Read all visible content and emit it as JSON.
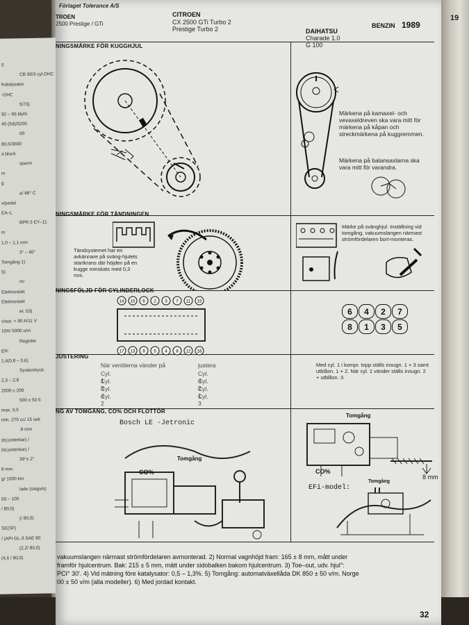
{
  "left_page": {
    "lines": [
      "0",
      "CB 90/3 cyl.OHC",
      "Katalysator",
      "-OHC",
      "5/73)",
      "92 – 95 blyfri",
      "40 (54)/5200",
      "00",
      "80,5/3600",
      "a block",
      "sparm",
      "m",
      "g",
      "a/ 88° C",
      "v/pedal",
      "EA–L",
      "BPR 5 EY–11",
      "m",
      "1,0 – 1,1 mm",
      "3° – 66°",
      "Tomgång 1)",
      "5)",
      "m/",
      "Elektroniskt",
      "Elektroniskt",
      "et. 53)",
      "v/aut. < 90 A/11 V",
      "10A/ 5000 o/m",
      "Register",
      "EFi",
      "1,4(0,8 – 0,6)",
      "Systemtryck",
      "2,3 – 2,8",
      "2000 ± 200",
      "500 ± 50 6",
      "max. 0,5",
      "min. 275 cc/ 15 sek",
      ".8 mm",
      "(ej justerbar) /",
      "(ej justerbar) /",
      "39°± 2°",
      "8 mm",
      "g/ 1000 km.",
      "lade (stegvis)",
      "60 – 100",
      "/ 80,0)",
      "(/ 80,0)",
      "SE(SF)",
      "/ (API GL-3 SAE 80",
      "(2,2/ 80,0)",
      "(4,6 / 80,0)"
    ]
  },
  "header": {
    "publisher": "Förlaget Tolerance A/S",
    "partial_left_line1": "TROEN",
    "partial_left_line2": "2500 Prestige / GTi",
    "make1": "CITROEN",
    "model1a": "CX 2500 GTi Turbo 2",
    "model1b": "Prestige Turbo 2",
    "make2": "DAIHATSU",
    "model2a": "Charade 1.0",
    "model2b": "G 100",
    "fuel": "BENZIN",
    "year": "1989",
    "corner": "19"
  },
  "sections": {
    "kugghjul": {
      "title": "NINGSMÄRKE FÖR KUGGHJUL",
      "note1": "Märkena på kamaxel- och vevaxeldreven ska vara mitt för märkena på kåpan och streckmärkena på kuggremmen.",
      "note2": "Märkena på balansaxlarna ska vara mitt för varandra."
    },
    "tandning": {
      "title": "NINGSMÄRKE FÖR TÄNDNINGEN",
      "note_left": "Tändsystemet har en avkännare på sväng-hjulets startkrans där höjden på en kugge minskats med 0,3 mm.",
      "note_right": "Märke på svänghjul. Inställning vid tomgång, vakuumslangen närmast strömfördelaren bort-monteras."
    },
    "foljd": {
      "title": "NINGSFÖLJD FÖR CYLINDERLOCK",
      "top_numbers": [
        "14",
        "10",
        "6",
        "2",
        "3",
        "7",
        "11",
        "15"
      ],
      "bottom_numbers": [
        "17",
        "13",
        "9",
        "5",
        "4",
        "8",
        "12",
        "16"
      ],
      "grid": [
        [
          "6",
          "4",
          "2",
          "7"
        ],
        [
          "8",
          "1",
          "3",
          "5"
        ]
      ]
    },
    "justering": {
      "title": "JUSTERING",
      "head_left": "När ventilerna vänder på",
      "head_right": "justera",
      "rows": [
        {
          "cyl": "Cyl. 1",
          "adj": "Cyl. 4"
        },
        {
          "cyl": "Cyl. 3",
          "adj": "Cyl. 2"
        },
        {
          "cyl": "Cyl. 4",
          "adj": "Cyl. 1"
        },
        {
          "cyl": "Cyl. 2",
          "adj": "Cyl. 3"
        }
      ],
      "right_text": "Med cyl. 1 i kompr. topp ställs insugn. 1 + 3 samt utblåsn. 1 + 2. När cyl. 1 vänder ställs insugn. 2 + utblåsn. 3."
    },
    "tomgang": {
      "title": "NG AV TOMGÅNG, CO% OCH FLOTTÖR",
      "system_label": "Bosch LE -Jetronic",
      "tomgang_label": "Tomgång",
      "co_label": "CO%",
      "right_tomgang": "Tomgång",
      "right_co": "CO%",
      "mm_label": "8 mm",
      "efi_label": "EFi-model:",
      "efi_tomgang": "Tomgång"
    }
  },
  "footnote": {
    "line1": "vakuumslangen närmast strömfördelaren avmonterad.  2) Normal vagnhöjd fram: 165 ± 8 mm, mått under",
    "line2": "framför hjulcentrum. Bak: 215 ± 5 mm, mätt under sidobalken bakom hjulcentrum.  3) Toe–out, udv. hjul°:",
    "line3": "PCI° 30'.  4) Vid mätning före katalysator: 0,5 – 1,3%.  5) Tomgång: automatväxellåda DK 850 ± 50 v/m. Norge",
    "line4": "00 ± 50 v/m (alla modeller).  6) Med jordad kontakt."
  },
  "page_number": "32"
}
